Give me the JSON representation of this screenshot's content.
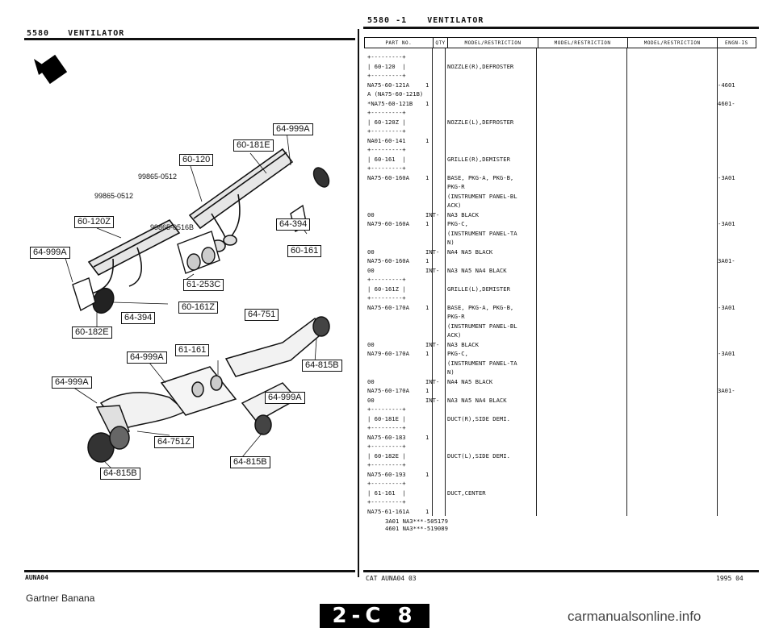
{
  "left_header": {
    "code": "5580",
    "title": "VENTILATOR"
  },
  "right_header": {
    "code": "5580 -1",
    "title": "VENTILATOR"
  },
  "diagram": {
    "callouts": [
      "64-999A",
      "60-181E",
      "60-120",
      "60-120Z",
      "64-999A",
      "64-394",
      "60-161",
      "61-253C",
      "60-161Z",
      "64-394",
      "64-751",
      "60-182E",
      "64-999A",
      "61-161",
      "64-815B",
      "64-999A",
      "64-999A",
      "64-751Z",
      "64-815B",
      "64-815B"
    ],
    "partnos": [
      "99865-0512",
      "99865-0512",
      "99865-0516B"
    ]
  },
  "table": {
    "columns": [
      "PART NO.",
      "QTY",
      "MODEL/RESTRICTION",
      "MODEL/RESTRICTION",
      "MODEL/RESTRICTION",
      "ENGN-IS"
    ],
    "rows": [
      {
        "part": "+---------+",
        "qty": "",
        "desc": "",
        "eng": ""
      },
      {
        "part": "| 60-120  |",
        "qty": "",
        "desc": "NOZZLE(R),DEFROSTER",
        "eng": ""
      },
      {
        "part": "+---------+",
        "qty": "",
        "desc": "",
        "eng": ""
      },
      {
        "part": "NA75-60-121A",
        "qty": "1",
        "desc": "",
        "eng": "-4601"
      },
      {
        "part": "A (NA75-60-121B)",
        "qty": "",
        "desc": "",
        "eng": ""
      },
      {
        "part": "*NA75-60-121B",
        "qty": "1",
        "desc": "",
        "eng": "4601-"
      },
      {
        "part": "+---------+",
        "qty": "",
        "desc": "",
        "eng": ""
      },
      {
        "part": "| 60-120Z |",
        "qty": "",
        "desc": "NOZZLE(L),DEFROSTER",
        "eng": ""
      },
      {
        "part": "+---------+",
        "qty": "",
        "desc": "",
        "eng": ""
      },
      {
        "part": "NA01-60-141",
        "qty": "1",
        "desc": "",
        "eng": ""
      },
      {
        "part": "+---------+",
        "qty": "",
        "desc": "",
        "eng": ""
      },
      {
        "part": "| 60-161  |",
        "qty": "",
        "desc": "GRILLE(R),DEMISTER",
        "eng": ""
      },
      {
        "part": "+---------+",
        "qty": "",
        "desc": "",
        "eng": ""
      },
      {
        "part": "NA75-60-160A",
        "qty": "1",
        "desc": "BASE, PKG-A, PKG-B,",
        "eng": "-3A01"
      },
      {
        "part": "",
        "qty": "",
        "desc": "PKG-R",
        "eng": ""
      },
      {
        "part": "",
        "qty": "",
        "desc": "(INSTRUMENT PANEL-BL",
        "eng": ""
      },
      {
        "part": "",
        "qty": "",
        "desc": "ACK)",
        "eng": ""
      },
      {
        "part": "00",
        "qty": "INT-",
        "desc": "NA3 BLACK",
        "eng": ""
      },
      {
        "part": "NA79-60-160A",
        "qty": "1",
        "desc": "PKG-C,",
        "eng": "-3A01"
      },
      {
        "part": "",
        "qty": "",
        "desc": "(INSTRUMENT PANEL-TA",
        "eng": ""
      },
      {
        "part": "",
        "qty": "",
        "desc": "N)",
        "eng": ""
      },
      {
        "part": "00",
        "qty": "INT-",
        "desc": "NA4 NA5 BLACK",
        "eng": ""
      },
      {
        "part": "NA75-60-160A",
        "qty": "1",
        "desc": "",
        "eng": "3A01-"
      },
      {
        "part": "00",
        "qty": "INT-",
        "desc": "NA3 NA5 NA4 BLACK",
        "eng": ""
      },
      {
        "part": "+---------+",
        "qty": "",
        "desc": "",
        "eng": ""
      },
      {
        "part": "| 60-161Z |",
        "qty": "",
        "desc": "GRILLE(L),DEMISTER",
        "eng": ""
      },
      {
        "part": "+---------+",
        "qty": "",
        "desc": "",
        "eng": ""
      },
      {
        "part": "NA75-60-170A",
        "qty": "1",
        "desc": "BASE, PKG-A, PKG-B,",
        "eng": "-3A01"
      },
      {
        "part": "",
        "qty": "",
        "desc": "PKG-R",
        "eng": ""
      },
      {
        "part": "",
        "qty": "",
        "desc": "(INSTRUMENT PANEL-BL",
        "eng": ""
      },
      {
        "part": "",
        "qty": "",
        "desc": "ACK)",
        "eng": ""
      },
      {
        "part": "00",
        "qty": "INT-",
        "desc": "NA3 BLACK",
        "eng": ""
      },
      {
        "part": "NA79-60-170A",
        "qty": "1",
        "desc": "PKG-C,",
        "eng": "-3A01"
      },
      {
        "part": "",
        "qty": "",
        "desc": "(INSTRUMENT PANEL-TA",
        "eng": ""
      },
      {
        "part": "",
        "qty": "",
        "desc": "N)",
        "eng": ""
      },
      {
        "part": "00",
        "qty": "INT-",
        "desc": "NA4 NA5 BLACK",
        "eng": ""
      },
      {
        "part": "NA75-60-170A",
        "qty": "1",
        "desc": "",
        "eng": "3A01-"
      },
      {
        "part": "00",
        "qty": "INT-",
        "desc": "NA3 NA5 NA4 BLACK",
        "eng": ""
      },
      {
        "part": "+---------+",
        "qty": "",
        "desc": "",
        "eng": ""
      },
      {
        "part": "| 60-181E |",
        "qty": "",
        "desc": "DUCT(R),SIDE DEMI.",
        "eng": ""
      },
      {
        "part": "+---------+",
        "qty": "",
        "desc": "",
        "eng": ""
      },
      {
        "part": "NA75-60-183",
        "qty": "1",
        "desc": "",
        "eng": ""
      },
      {
        "part": "+---------+",
        "qty": "",
        "desc": "",
        "eng": ""
      },
      {
        "part": "| 60-182E |",
        "qty": "",
        "desc": "DUCT(L),SIDE DEMI.",
        "eng": ""
      },
      {
        "part": "+---------+",
        "qty": "",
        "desc": "",
        "eng": ""
      },
      {
        "part": "NA75-60-193",
        "qty": "1",
        "desc": "",
        "eng": ""
      },
      {
        "part": "+---------+",
        "qty": "",
        "desc": "",
        "eng": ""
      },
      {
        "part": "| 61-161  |",
        "qty": "",
        "desc": "DUCT,CENTER",
        "eng": ""
      },
      {
        "part": "+---------+",
        "qty": "",
        "desc": "",
        "eng": ""
      },
      {
        "part": "NA75-61-161A",
        "qty": "1",
        "desc": "",
        "eng": ""
      }
    ],
    "notes": [
      "3A01 NA3***-505179",
      "4601 NA3***-519089"
    ]
  },
  "footer": {
    "left_code": "AUNA04",
    "right_code": "CAT AUNA04 03",
    "date": "1995 04"
  },
  "page_badge": "2-C 8",
  "watermark_left": "Gartner Banana",
  "watermark_right": "carmanualsonline.info"
}
